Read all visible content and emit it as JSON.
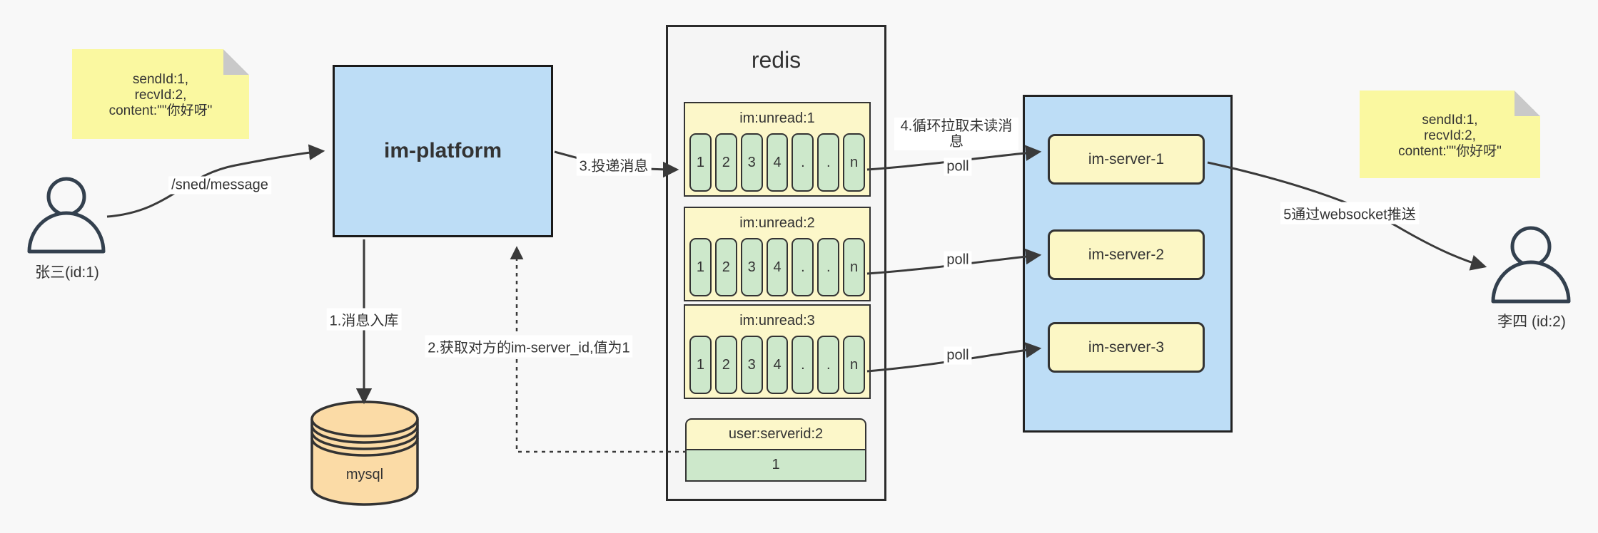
{
  "notes": {
    "left": {
      "lines": [
        "sendId:1,",
        "recvId:2,",
        "content:\"\"你好呀\""
      ]
    },
    "right": {
      "lines": [
        "sendId:1,",
        "recvId:2,",
        "content:\"\"你好呀\""
      ]
    }
  },
  "actors": {
    "sender": {
      "label": "张三(id:1)"
    },
    "receiver": {
      "label": "李四 (id:2)"
    }
  },
  "platform": {
    "label": "im-platform"
  },
  "database": {
    "label": "mysql"
  },
  "redis": {
    "title": "redis",
    "queues": [
      {
        "header": "im:unread:1",
        "cells": [
          "1",
          "2",
          "3",
          "4",
          ".",
          ".",
          "n"
        ]
      },
      {
        "header": "im:unread:2",
        "cells": [
          "1",
          "2",
          "3",
          "4",
          ".",
          ".",
          "n"
        ]
      },
      {
        "header": "im:unread:3",
        "cells": [
          "1",
          "2",
          "3",
          "4",
          ".",
          ".",
          "n"
        ]
      }
    ],
    "mapping": {
      "header": "user:serverid:2",
      "value": "1"
    }
  },
  "servers": {
    "items": [
      {
        "label": "im-server-1"
      },
      {
        "label": "im-server-2"
      },
      {
        "label": "im-server-3"
      }
    ]
  },
  "edges": {
    "send": "/sned/message",
    "step1": "1.消息入库",
    "step2": "2.获取对方的im-server_id,值为1",
    "step3": "3.投递消息",
    "step4": "4.循环拉取未读消息",
    "step5": "5通过websocket推送",
    "poll1": "poll",
    "poll2": "poll",
    "poll3": "poll"
  },
  "colors": {
    "note_yellow": "#FAF8A0",
    "box_blue": "#BDDDF6",
    "queue_yellow": "#FCF7C9",
    "cell_green": "#CDE8CB",
    "server_yellow": "#FCF7C5",
    "mysql_orange": "#FBDBA6",
    "redis_gray": "#F5F5F5",
    "line_dark": "#3A3A3A",
    "background": "#F8F8F8"
  }
}
